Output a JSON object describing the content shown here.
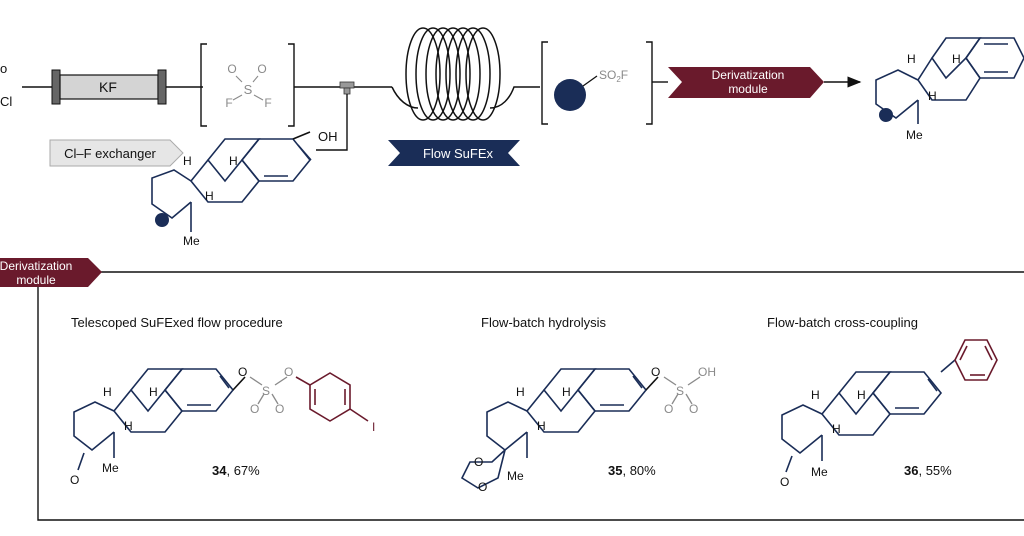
{
  "colors": {
    "navy": "#1a2d57",
    "maroon": "#6a1a2c",
    "gray": "#8a8a8a",
    "box_gray": "#d4d4d4",
    "tag_gray": "#e6e6e6"
  },
  "scheme": {
    "left_fragment_top": "o",
    "left_fragment_bottom": "Cl",
    "kf_label": "KF",
    "exchanger_label": "Cl–F exchanger",
    "reagent_o1": "O",
    "reagent_o2": "O",
    "reagent_s": "S",
    "reagent_f1": "F",
    "reagent_f2": "F",
    "substrate_oh": "OH",
    "substrate_h1": "H",
    "substrate_h2": "H",
    "substrate_h3": "H",
    "substrate_me": "Me",
    "flow_label": "Flow SuFEx",
    "intermediate_group": "SO",
    "intermediate_sub": "2",
    "intermediate_f": "F",
    "derivatization_line1": "Derivatization",
    "derivatization_line2": "module",
    "product_h1": "H",
    "product_h2": "H",
    "product_h3": "H",
    "product_me": "Me"
  },
  "module_tag": {
    "line1": "Derivatization",
    "line2": "module"
  },
  "panels": [
    {
      "title": "Telescoped SuFExed flow procedure",
      "compound": "34",
      "yield": ", 67%",
      "atoms": {
        "o1": "O",
        "s": "S",
        "o2": "O",
        "o3": "O",
        "o4": "O",
        "i": "I",
        "h1": "H",
        "h2": "H",
        "h3": "H",
        "ketone_o": "O",
        "me": "Me"
      }
    },
    {
      "title": "Flow-batch hydrolysis",
      "compound": "35",
      "yield": ", 80%",
      "atoms": {
        "o1": "O",
        "s": "S",
        "oh": "OH",
        "o3": "O",
        "o4": "O",
        "h1": "H",
        "h2": "H",
        "h3": "H",
        "ko1": "O",
        "ko2": "O",
        "me": "Me"
      }
    },
    {
      "title": "Flow-batch cross-coupling",
      "compound": "36",
      "yield": ", 55%",
      "atoms": {
        "h1": "H",
        "h2": "H",
        "h3": "H",
        "ketone_o": "O",
        "me": "Me"
      }
    }
  ]
}
